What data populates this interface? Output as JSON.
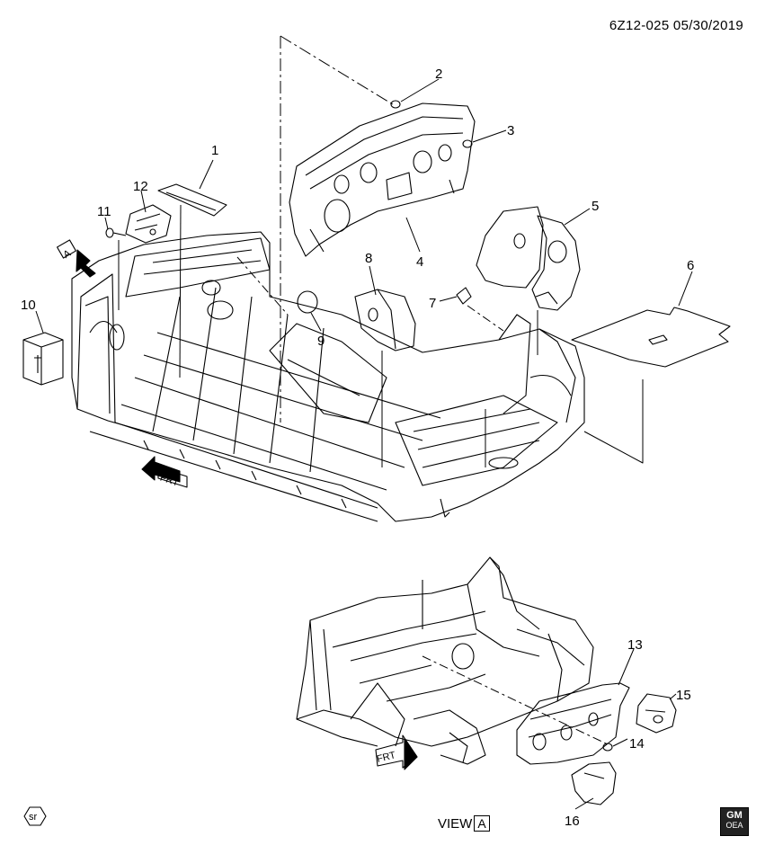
{
  "header": {
    "code": "6Z12-025 05/30/2019"
  },
  "callouts": [
    "1",
    "2",
    "3",
    "4",
    "5",
    "6",
    "7",
    "8",
    "9",
    "10",
    "11",
    "12",
    "13",
    "14",
    "15",
    "16"
  ],
  "view_marker": "A",
  "view_label": {
    "prefix": "VIEW",
    "letter": "A"
  },
  "front_label": "FRT",
  "sr_badge": "sr",
  "logo": {
    "line1": "GM",
    "line2": "OEA"
  },
  "colors": {
    "line": "#000000",
    "background": "#ffffff"
  }
}
